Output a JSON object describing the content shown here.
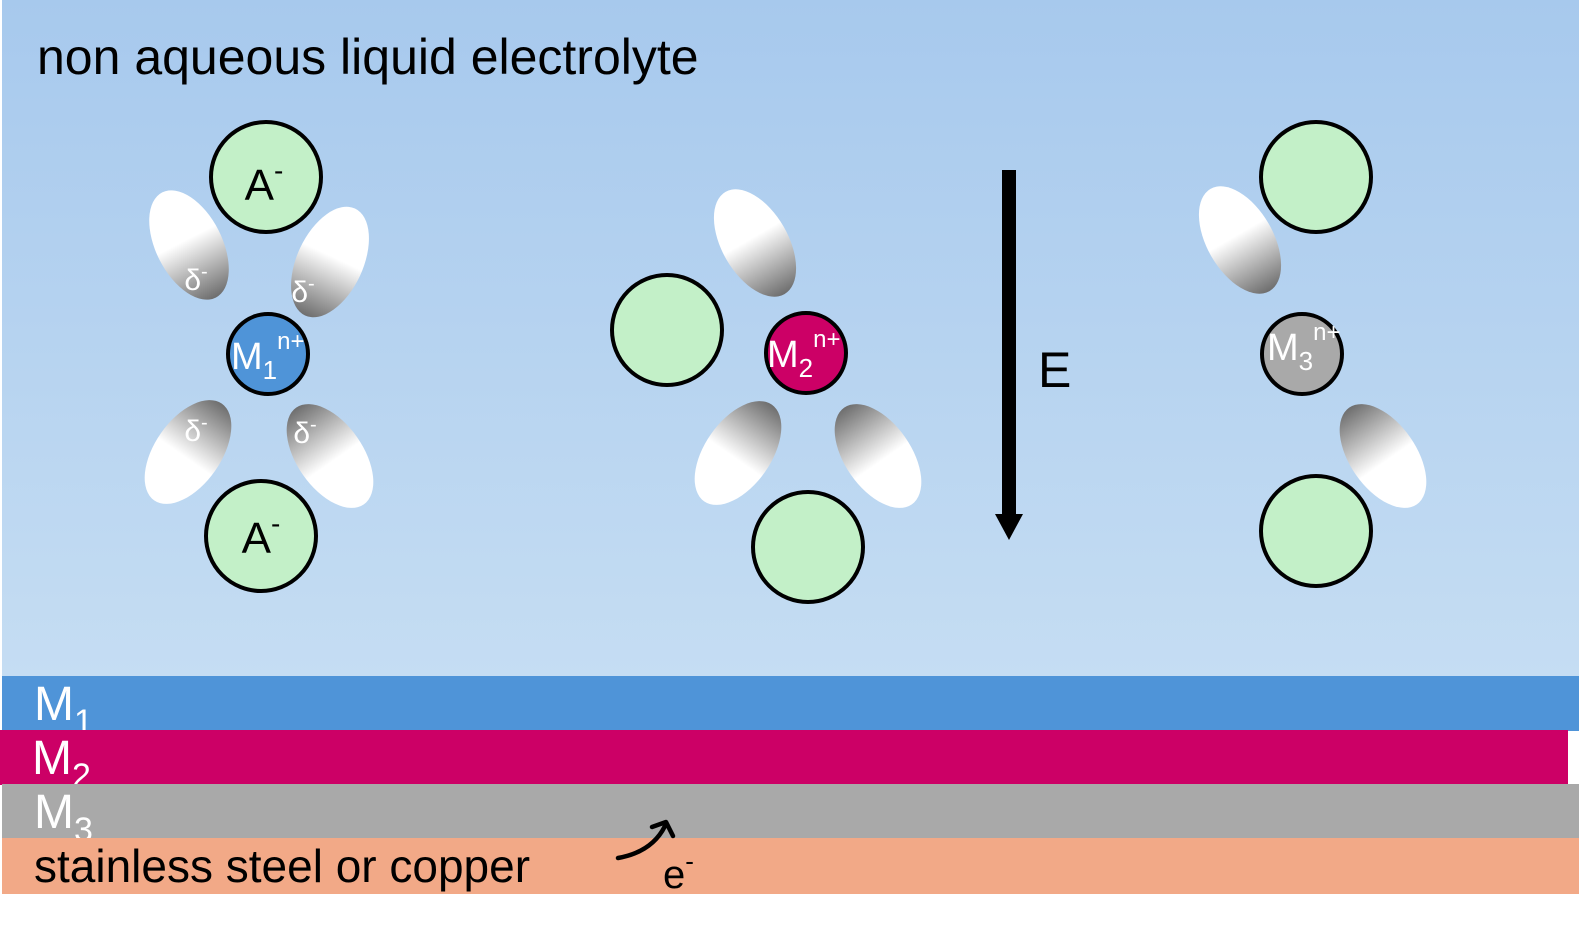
{
  "electrolyte": {
    "title": "non aqueous liquid electrolyte",
    "background_top": "#a7c9ed",
    "background_bottom": "#c5ddf3"
  },
  "colors": {
    "anion": "#c3f0c8",
    "m1": "#4f94d8",
    "m2": "#cc0066",
    "m3": "#a9a9a9",
    "substrate": "#f2a987",
    "outline": "#000000"
  },
  "clusters": {
    "m1": {
      "cation_base": "M",
      "cation_sub": "1",
      "cation_sup": "n+",
      "anion_top": "A",
      "anion_top_sup": "-",
      "anion_bottom": "A",
      "anion_bottom_sup": "-",
      "dipole_tl": "δ",
      "dipole_tl_sup": "-",
      "dipole_tr": "δ",
      "dipole_tr_sup": "-",
      "dipole_bl": "δ",
      "dipole_bl_sup": "-",
      "dipole_br": "δ",
      "dipole_br_sup": "-"
    },
    "m2": {
      "cation_base": "M",
      "cation_sub": "2",
      "cation_sup": "n+"
    },
    "m3": {
      "cation_base": "M",
      "cation_sub": "3",
      "cation_sup": "n+"
    }
  },
  "field": {
    "label": "E"
  },
  "layers": {
    "m1": {
      "base": "M",
      "sub": "1"
    },
    "m2": {
      "base": "M",
      "sub": "2"
    },
    "m3": {
      "base": "M",
      "sub": "3"
    },
    "substrate": {
      "label": "stainless steel or copper"
    }
  },
  "electron": {
    "base": "e",
    "sup": "-"
  }
}
